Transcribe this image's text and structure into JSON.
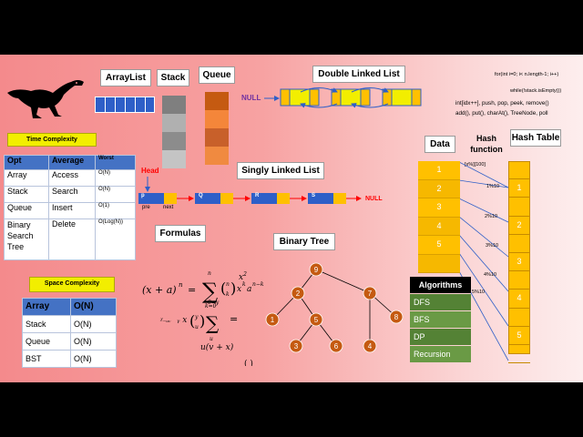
{
  "titles": {
    "arraylist": "ArrayList",
    "stack": "Stack",
    "queue": "Queue",
    "dll": "Double Linked List",
    "sll": "Singly Linked List",
    "formulas": "Formulas",
    "binary_tree": "Binary Tree",
    "data": "Data",
    "hash_function": "Hash function",
    "hash_table": "Hash Table",
    "time_complexity": "Time Complexity",
    "space_complexity": "Space Complexity",
    "algorithms": "Algorithms"
  },
  "code_lines": [
    "for(int i=0; i< n.length-1; i++)",
    "while(!stack.isEmpty())",
    "int[idx++], push, pop, peek, remove()",
    "add(), put(), charAt(), TreeNode, poll"
  ],
  "dll": {
    "null_label": "NULL"
  },
  "sll": {
    "head": "Head",
    "nodes": [
      "p",
      "Q",
      "R",
      "S"
    ],
    "pre": "pre",
    "next": "next",
    "null_label": "NULL"
  },
  "time_table": {
    "headers": [
      "Opt",
      "Average",
      "Worst"
    ],
    "rows": [
      [
        "Array",
        "Access",
        "O(N)"
      ],
      [
        "Stack",
        "Search",
        "O(N)"
      ],
      [
        "Queue",
        "Insert",
        "O(1)"
      ],
      [
        "Binary Search Tree",
        "Delete",
        "O(Log(N))"
      ]
    ]
  },
  "space_table": {
    "headers": [
      "Array",
      "O(N)"
    ],
    "rows": [
      [
        "Stack",
        "O(N)"
      ],
      [
        "Queue",
        "O(N)"
      ],
      [
        "BST",
        "O(N)"
      ]
    ]
  },
  "algorithms": [
    "DFS",
    "BFS",
    "DP",
    "Recursion"
  ],
  "data_values": [
    "1",
    "2",
    "3",
    "4",
    "5"
  ],
  "hash": {
    "top_label": "[x%][100]",
    "fn_labels": [
      "1%10",
      "2%10",
      "3%10",
      "4%10",
      "5%10"
    ],
    "table_values": [
      "1",
      "2",
      "3",
      "4",
      "5"
    ]
  },
  "tree": {
    "nodes": [
      "9",
      "2",
      "7",
      "1",
      "5",
      "8",
      "3",
      "6",
      "4"
    ]
  },
  "colors": {
    "table_header": "#4472c4",
    "yellow": "#ffc000",
    "algo_green": "#548235",
    "node_orange": "#c55a11",
    "arrow_red": "#ff0000",
    "null_purple": "#7030a0"
  }
}
